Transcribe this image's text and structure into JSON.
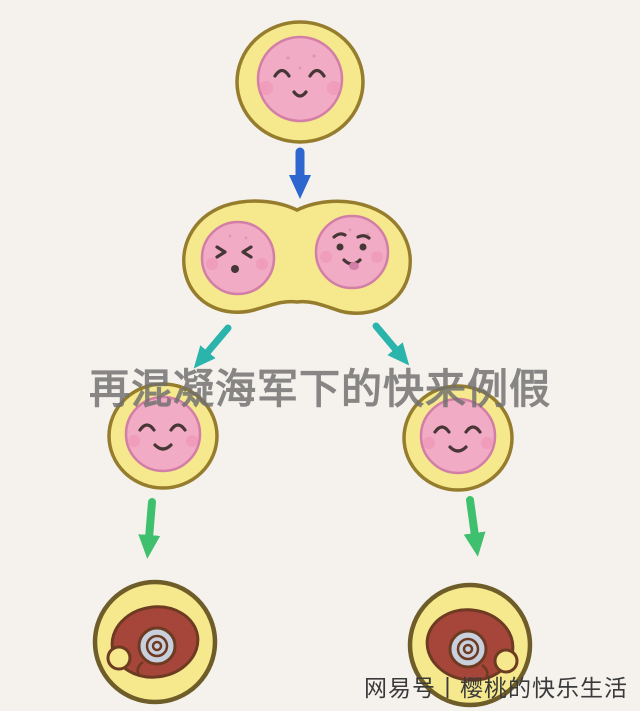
{
  "watermark": {
    "text": "再混凝海军下的快来例假"
  },
  "credit": {
    "brand": "网易号",
    "separator": "丨",
    "account": "樱桃的快乐生活"
  },
  "colors": {
    "bg": "#f5f2ee",
    "cell-yellow": "#f5e88d",
    "cell-outline": "#967d2e",
    "nucleus-pink": "#f2abc4",
    "nucleus-outline": "#d27ea6",
    "face": "#463636",
    "blush": "#ec8fb0",
    "arrow-blue": "#2e66cf",
    "arrow-teal": "#2ab4ac",
    "arrow-green": "#3fc06e",
    "embryo-body": "#a6453a",
    "embryo-outline": "#6d3a22",
    "embryo-inner": "#c9d0dd",
    "embryo-ring": "#6e5d28",
    "watermark-color": "#6f6f6f",
    "credit-color": "#3a3a3a"
  }
}
